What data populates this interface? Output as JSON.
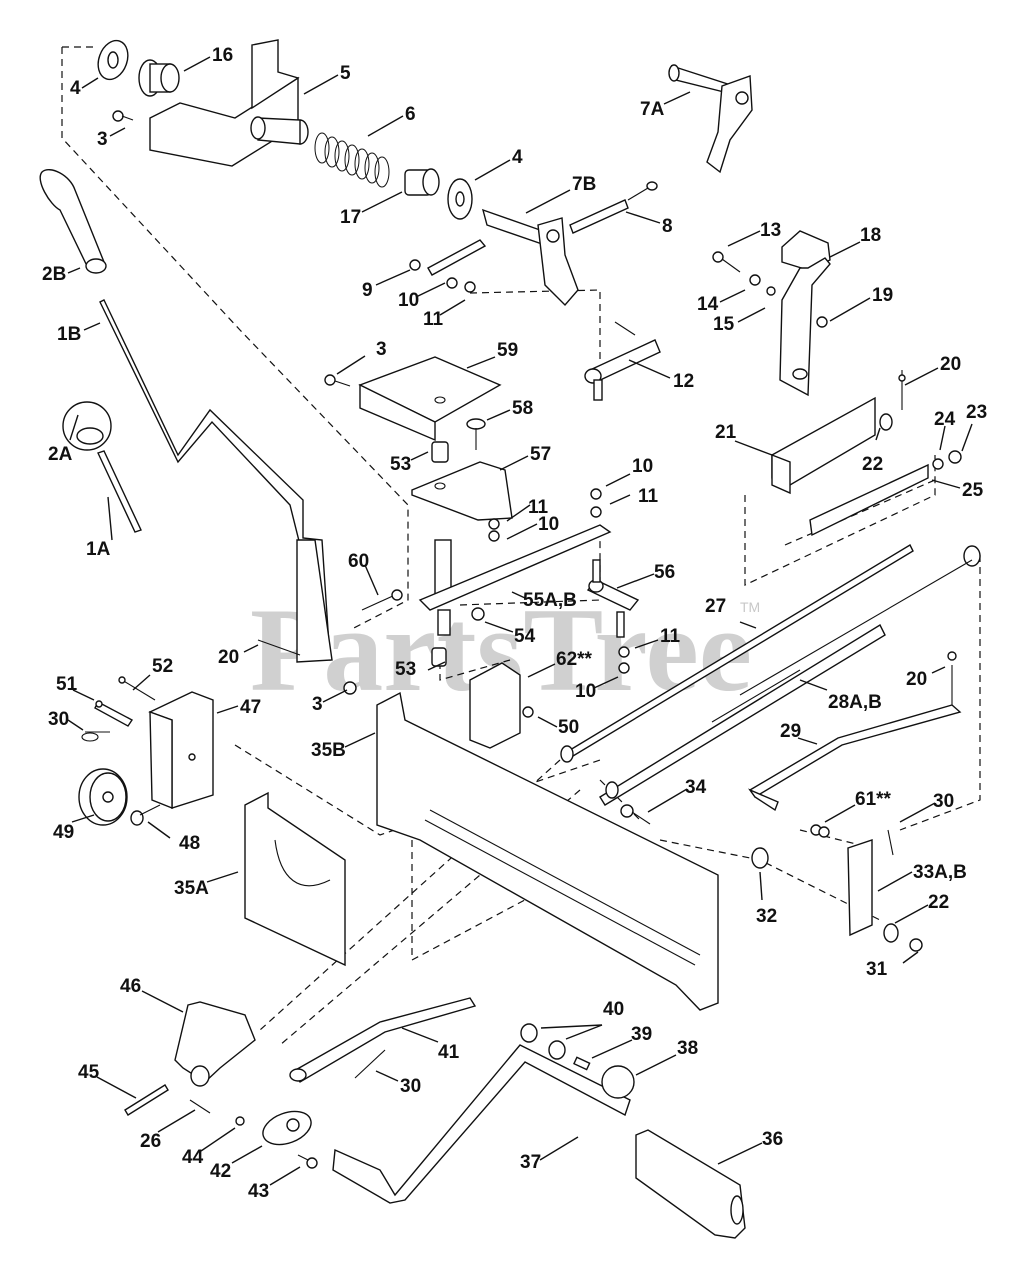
{
  "watermark": {
    "text": "PartsTree",
    "trademark": "TM",
    "color": "#c8c8c8"
  },
  "diagram": {
    "type": "exploded-parts-diagram",
    "line_color": "#111111",
    "background": "#ffffff"
  },
  "labels": [
    {
      "id": "4a",
      "text": "4"
    },
    {
      "id": "16",
      "text": "16"
    },
    {
      "id": "5",
      "text": "5"
    },
    {
      "id": "3a",
      "text": "3"
    },
    {
      "id": "6",
      "text": "6"
    },
    {
      "id": "17",
      "text": "17"
    },
    {
      "id": "4b",
      "text": "4"
    },
    {
      "id": "7A",
      "text": "7A"
    },
    {
      "id": "7B",
      "text": "7B"
    },
    {
      "id": "8",
      "text": "8"
    },
    {
      "id": "2B",
      "text": "2B"
    },
    {
      "id": "9",
      "text": "9"
    },
    {
      "id": "10a",
      "text": "10"
    },
    {
      "id": "11a",
      "text": "11"
    },
    {
      "id": "1B",
      "text": "1B"
    },
    {
      "id": "13",
      "text": "13"
    },
    {
      "id": "18",
      "text": "18"
    },
    {
      "id": "14",
      "text": "14"
    },
    {
      "id": "15",
      "text": "15"
    },
    {
      "id": "19",
      "text": "19"
    },
    {
      "id": "3b",
      "text": "3"
    },
    {
      "id": "59",
      "text": "59"
    },
    {
      "id": "12",
      "text": "12"
    },
    {
      "id": "20a",
      "text": "20"
    },
    {
      "id": "58",
      "text": "58"
    },
    {
      "id": "2A",
      "text": "2A"
    },
    {
      "id": "53a",
      "text": "53"
    },
    {
      "id": "57",
      "text": "57"
    },
    {
      "id": "21",
      "text": "21"
    },
    {
      "id": "22a",
      "text": "22"
    },
    {
      "id": "24",
      "text": "24"
    },
    {
      "id": "23",
      "text": "23"
    },
    {
      "id": "10b",
      "text": "10"
    },
    {
      "id": "11b",
      "text": "11"
    },
    {
      "id": "25",
      "text": "25"
    },
    {
      "id": "11c",
      "text": "11"
    },
    {
      "id": "10c",
      "text": "10"
    },
    {
      "id": "1A",
      "text": "1A"
    },
    {
      "id": "60",
      "text": "60"
    },
    {
      "id": "56",
      "text": "56"
    },
    {
      "id": "55AB",
      "text": "55A,B"
    },
    {
      "id": "27",
      "text": "27"
    },
    {
      "id": "54",
      "text": "54"
    },
    {
      "id": "20b",
      "text": "20"
    },
    {
      "id": "53b",
      "text": "53"
    },
    {
      "id": "11d",
      "text": "11"
    },
    {
      "id": "62",
      "text": "62**"
    },
    {
      "id": "10d",
      "text": "10"
    },
    {
      "id": "20c",
      "text": "20"
    },
    {
      "id": "52",
      "text": "52"
    },
    {
      "id": "28AB",
      "text": "28A,B"
    },
    {
      "id": "51",
      "text": "51"
    },
    {
      "id": "3c",
      "text": "3"
    },
    {
      "id": "47",
      "text": "47"
    },
    {
      "id": "30a",
      "text": "30"
    },
    {
      "id": "50",
      "text": "50"
    },
    {
      "id": "35B",
      "text": "35B"
    },
    {
      "id": "29",
      "text": "29"
    },
    {
      "id": "34",
      "text": "34"
    },
    {
      "id": "61",
      "text": "61**"
    },
    {
      "id": "30b",
      "text": "30"
    },
    {
      "id": "49",
      "text": "49"
    },
    {
      "id": "48",
      "text": "48"
    },
    {
      "id": "33AB",
      "text": "33A,B"
    },
    {
      "id": "35A",
      "text": "35A"
    },
    {
      "id": "32",
      "text": "32"
    },
    {
      "id": "22b",
      "text": "22"
    },
    {
      "id": "31",
      "text": "31"
    },
    {
      "id": "46",
      "text": "46"
    },
    {
      "id": "40",
      "text": "40"
    },
    {
      "id": "39",
      "text": "39"
    },
    {
      "id": "38",
      "text": "38"
    },
    {
      "id": "41",
      "text": "41"
    },
    {
      "id": "45",
      "text": "45"
    },
    {
      "id": "30c",
      "text": "30"
    },
    {
      "id": "26",
      "text": "26"
    },
    {
      "id": "44",
      "text": "44"
    },
    {
      "id": "42",
      "text": "42"
    },
    {
      "id": "36",
      "text": "36"
    },
    {
      "id": "37",
      "text": "37"
    },
    {
      "id": "43",
      "text": "43"
    }
  ]
}
